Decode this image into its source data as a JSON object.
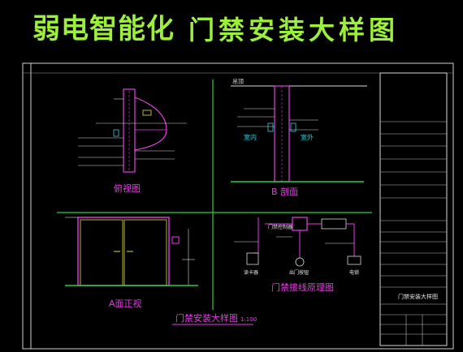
{
  "header": {
    "title_left": "弱电智能化",
    "title_right": "门禁安装大样图"
  },
  "views": {
    "top_view": "俯视图",
    "section_b": "B 剖面",
    "front_view": "A面正视",
    "wiring": "门禁接线原理图"
  },
  "labels": {
    "ceiling": "吊顶",
    "indoor": "室内",
    "outdoor": "室外",
    "exit_button": "出门按钮",
    "reader": "读卡器",
    "lock": "电锁",
    "controller": "门禁控制器"
  },
  "bottom_title": "门禁安装大样图",
  "bottom_scale": "1:100",
  "title_block": {
    "drawing_name": "门禁安装大样图"
  },
  "colors": {
    "title": "#9cf03c",
    "frame": "#d8d8d8",
    "green": "#2ecc40",
    "magenta": "#e040e0",
    "cyan": "#30d0e0",
    "yellow": "#e0e040",
    "red": "#e04040"
  }
}
